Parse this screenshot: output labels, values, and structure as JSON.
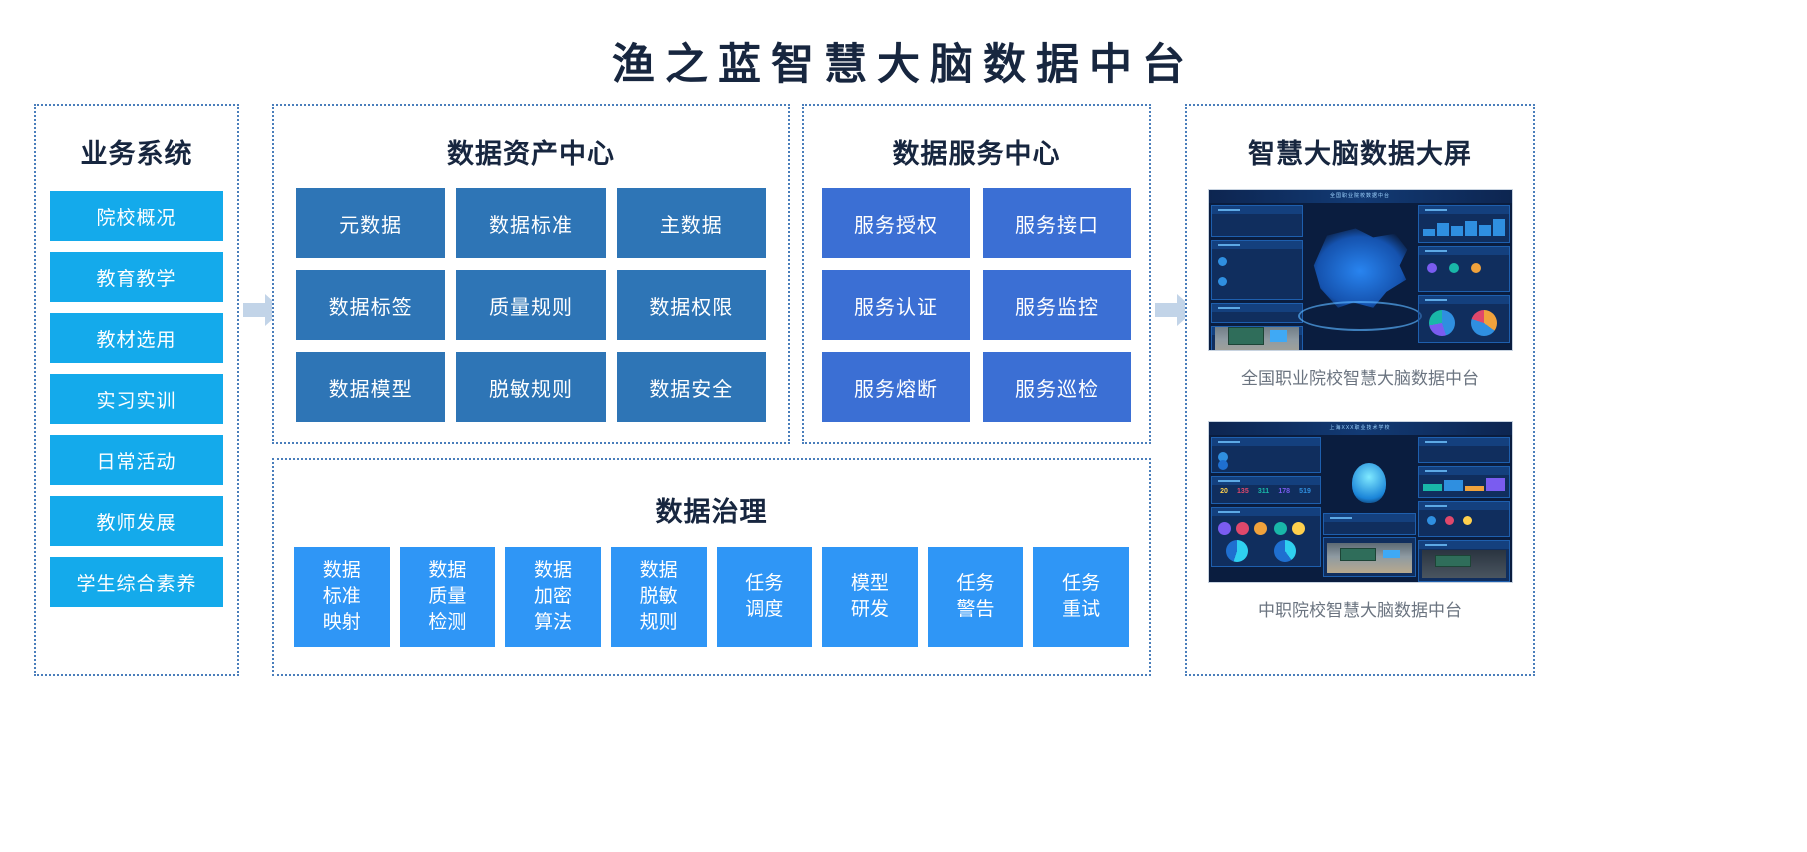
{
  "title": "渔之蓝智慧大脑数据中台",
  "colors": {
    "title_navy": "#17263f",
    "panel_border": "#4a7ebb",
    "business_tile": "#14aaeb",
    "asset_tile": "#2e75b6",
    "service_tile": "#3b6fd4",
    "governance_tile": "#2f96f6",
    "arrow": "#c2d4e8",
    "caption_grey": "#6b7480"
  },
  "business": {
    "title": "业务系统",
    "items": [
      {
        "label": "院校概况"
      },
      {
        "label": "教育教学"
      },
      {
        "label": "教材选用"
      },
      {
        "label": "实习实训"
      },
      {
        "label": "日常活动"
      },
      {
        "label": "教师发展"
      },
      {
        "label": "学生综合素养"
      }
    ]
  },
  "asset_center": {
    "title": "数据资产中心",
    "items": [
      {
        "label": "元数据"
      },
      {
        "label": "数据标准"
      },
      {
        "label": "主数据"
      },
      {
        "label": "数据标签"
      },
      {
        "label": "质量规则"
      },
      {
        "label": "数据权限"
      },
      {
        "label": "数据模型"
      },
      {
        "label": "脱敏规则"
      },
      {
        "label": "数据安全"
      }
    ]
  },
  "service_center": {
    "title": "数据服务中心",
    "items": [
      {
        "label": "服务授权"
      },
      {
        "label": "服务接口"
      },
      {
        "label": "服务认证"
      },
      {
        "label": "服务监控"
      },
      {
        "label": "服务熔断"
      },
      {
        "label": "服务巡检"
      }
    ]
  },
  "governance": {
    "title": "数据治理",
    "items": [
      {
        "label": "数据\n标准\n映射"
      },
      {
        "label": "数据\n质量\n检测"
      },
      {
        "label": "数据\n加密\n算法"
      },
      {
        "label": "数据\n脱敏\n规则"
      },
      {
        "label": "任务\n调度"
      },
      {
        "label": "模型\n研发"
      },
      {
        "label": "任务\n警告"
      },
      {
        "label": "任务\n重试"
      }
    ]
  },
  "screens": {
    "title": "智慧大脑数据大屏",
    "shots": [
      {
        "header": "全国职业院校数据中台",
        "caption": "全国职业院校智慧大脑数据中台"
      },
      {
        "header": "上海XXX职业技术学校",
        "caption": "中职院校智慧大脑数据中台"
      }
    ]
  },
  "arrows": [
    {
      "name": "arrow-business-to-asset"
    },
    {
      "name": "arrow-service-to-screens"
    }
  ]
}
